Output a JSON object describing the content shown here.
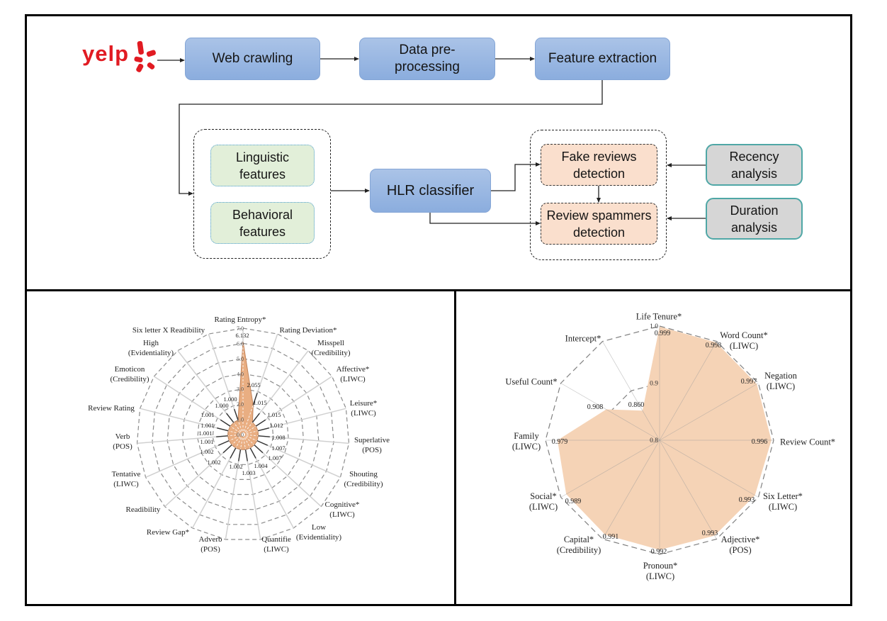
{
  "diagram": {
    "logo": {
      "text": "yelp",
      "icon": "yelp-burst-icon",
      "color": "#e11b22"
    },
    "nodes": {
      "web_crawling": [
        "Web crawling"
      ],
      "data_preprocessing": [
        "Data pre-",
        "processing"
      ],
      "feature_extraction": [
        "Feature extraction"
      ],
      "linguistic_features": [
        "Linguistic",
        "features"
      ],
      "behavioral_features": [
        "Behavioral",
        "features"
      ],
      "hlr_classifier": [
        "HLR classifier"
      ],
      "fake_reviews_detection": [
        "Fake reviews",
        "detection"
      ],
      "review_spammers_detection": [
        "Review spammers",
        "detection"
      ],
      "recency_analysis": [
        "Recency",
        "analysis"
      ],
      "duration_analysis": [
        "Duration",
        "analysis"
      ]
    },
    "edges": [
      [
        "yelp",
        "web_crawling"
      ],
      [
        "web_crawling",
        "data_preprocessing"
      ],
      [
        "data_preprocessing",
        "feature_extraction"
      ],
      [
        "feature_extraction",
        "feature_group"
      ],
      [
        "feature_group",
        "hlr_classifier"
      ],
      [
        "hlr_classifier",
        "fake_reviews_detection"
      ],
      [
        "hlr_classifier",
        "review_spammers_detection"
      ],
      [
        "fake_reviews_detection",
        "review_spammers_detection"
      ],
      [
        "recency_analysis",
        "detection_group"
      ],
      [
        "duration_analysis",
        "detection_group"
      ]
    ],
    "colors": {
      "process_box": "#9bb8e2",
      "feature_box": "#e2efd9",
      "detection_box": "#fadfcd",
      "analysis_box": "#d6d6d6",
      "analysis_border": "#4fa7a6"
    }
  },
  "chart_data": [
    {
      "type": "radar",
      "title": "",
      "axis_labels": [
        [
          "Rating Entropy*"
        ],
        [
          "Rating Deviation*"
        ],
        [
          "Misspell",
          "(Credibility)"
        ],
        [
          "Affective*",
          "(LIWC)"
        ],
        [
          "Leisure*",
          "(LIWC)"
        ],
        [
          "Superlative",
          "(POS)"
        ],
        [
          "Shouting",
          "(Credibility)"
        ],
        [
          "Cognitive*",
          "(LIWC)"
        ],
        [
          "Low",
          "(Evidentiality)"
        ],
        [
          "Quantifie",
          "(LIWC)"
        ],
        [
          "Adverb",
          "(POS)"
        ],
        [
          "Review Gap*"
        ],
        [
          "Readibility"
        ],
        [
          "Tentative",
          "(LIWC)"
        ],
        [
          "Verb",
          "(POS)"
        ],
        [
          "Review Rating"
        ],
        [
          "Emoticon",
          "(Credibility)"
        ],
        [
          "High",
          "(Evidentiality)"
        ],
        [
          "Six letter X Readibility"
        ]
      ],
      "values": [
        6.132,
        2.055,
        1.015,
        1.015,
        1.012,
        1.008,
        1.007,
        1.007,
        1.004,
        1.003,
        1.002,
        1.002,
        1.002,
        1.001,
        1.001,
        1.001,
        1.001,
        1.0,
        1.0
      ],
      "value_labels": [
        "6.132",
        "2.055",
        "1.015",
        "1.015",
        "1.012",
        "1.008",
        "1.007",
        "1.007",
        "1.004",
        "1.003",
        "1.002",
        "1.002",
        "1.002",
        "1.001",
        "1.001",
        "1.001",
        "1.001",
        "1.000",
        "1.000"
      ],
      "rlim": [
        0,
        7
      ],
      "ticks": [
        "0.0",
        "1.0",
        "2.0",
        "3.0",
        "4.0",
        "5.0",
        "6.0",
        "7.0"
      ],
      "grid": true,
      "fill_color": "#e9ae82"
    },
    {
      "type": "radar",
      "title": "",
      "axis_labels": [
        [
          "Life Tenure*"
        ],
        [
          "Word Count*",
          "(LIWC)"
        ],
        [
          "Negation",
          "(LIWC)"
        ],
        [
          "Review Count*"
        ],
        [
          "Six Letter*",
          "(LIWC)"
        ],
        [
          "Adjective*",
          "(POS)"
        ],
        [
          "Pronoun*",
          "(LIWC)"
        ],
        [
          "Capital*",
          "(Credibility)"
        ],
        [
          "Social*",
          "(LIWC)"
        ],
        [
          "Family",
          "(LIWC)"
        ],
        [
          "Useful Count*"
        ],
        [
          "Intercept*"
        ]
      ],
      "values": [
        0.999,
        0.998,
        0.997,
        0.996,
        0.993,
        0.993,
        0.992,
        0.991,
        0.989,
        0.979,
        0.908,
        0.86
      ],
      "value_labels": [
        "0.999",
        "0.998",
        "0.997",
        "0.996",
        "0.993",
        "0.993",
        "0.992",
        "0.991",
        "0.989",
        "0.979",
        "0.908",
        "0.860"
      ],
      "rlim": [
        0.8,
        1.0
      ],
      "ticks": [
        "0.8",
        "0.9",
        "1.0"
      ],
      "grid": true,
      "fill_color": "#f5d3b6"
    }
  ]
}
